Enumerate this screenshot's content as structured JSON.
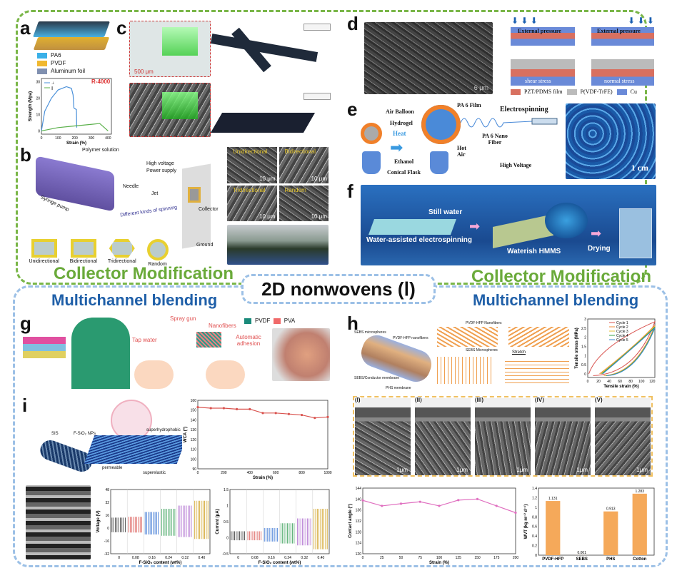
{
  "center_title": "2D nonwovens (Ⅰ)",
  "top": {
    "title_left": "Collector Modification",
    "title_right": "Collector Modification"
  },
  "bottom": {
    "title_left": "Multichannel blending",
    "title_right": "Multichannel blending"
  },
  "panels": {
    "a": {
      "label": "a",
      "legend": [
        "PA6",
        "PVDF",
        "Aluminum foil"
      ],
      "chart_tag": "R-4000",
      "xlabel": "Strain (%)",
      "ylabel": "Strength (Mpa)"
    },
    "b": {
      "label": "b",
      "texts": [
        "Polymer solution",
        "High voltage",
        "Power supply",
        "Needle",
        "Jet",
        "Syringe pump",
        "Different kinds of spinning",
        "Collector",
        "Ground"
      ],
      "collectors": [
        "Unidirectional",
        "Bidirectional",
        "Tridirectional",
        "Random"
      ],
      "sem": [
        "Unidirectional",
        "Bidirectional",
        "Tridirectional",
        "Random"
      ],
      "scale": "10 μm"
    },
    "c": {
      "label": "c",
      "scale": "500 μm"
    },
    "d": {
      "label": "d",
      "scale": "6 μm",
      "diagram": [
        "External pressure",
        "External pressure",
        "shear stress",
        "normal stress"
      ],
      "legend": [
        "PZT/PDMS film",
        "P(VDF-TrFE)",
        "Cu"
      ]
    },
    "e": {
      "label": "e",
      "texts": [
        "Air Balloon",
        "Hydrogel",
        "Heat",
        "Ethanol",
        "Conical Flask",
        "PA 6 Film",
        "Hot Air",
        "PA 6 Nano Fiber",
        "Electrospinning",
        "High Voltage"
      ],
      "scale": "1 cm"
    },
    "f": {
      "label": "f",
      "texts": [
        "Still water",
        "Water-assisted electrospinning",
        "Waterish HMMS",
        "Drying"
      ]
    },
    "g": {
      "label": "g",
      "texts": [
        "Tap water",
        "Spray gun",
        "Nanofibers",
        "Automatic adhesion"
      ],
      "legend": [
        "PVDF",
        "PVA"
      ]
    },
    "h": {
      "label": "h",
      "texts": [
        "SEBS microspheres",
        "PVDF-HFP nanofibers",
        "SEBS/Conductor membrane",
        "PHS membrane",
        "PVDF-HFP Nanofibers",
        "SEBS Microspheres",
        "Stretch"
      ],
      "stages": [
        "(I)",
        "(II)",
        "(III)",
        "(IV)",
        "(V)"
      ],
      "scale": "1μm"
    },
    "i": {
      "label": "i",
      "texts": [
        "SIS",
        "F-SiO₂ NPs",
        "superhydrophobic",
        "permeable",
        "superelastic"
      ]
    }
  },
  "colors": {
    "green": "#6aaa3a",
    "blue": "#1f5fa8",
    "pvdf": "#1a8a7a",
    "pva": "#f06a6a"
  },
  "chart_data": [
    {
      "type": "line",
      "id": "wca",
      "xlabel": "Strain (%)",
      "ylabel": "WCA (°)",
      "xlim": [
        0,
        1000
      ],
      "ylim": [
        90,
        160
      ],
      "xticks": [
        0,
        200,
        400,
        600,
        800,
        1000
      ],
      "yticks": [
        90,
        100,
        110,
        120,
        130,
        140,
        150,
        160
      ],
      "x": [
        0,
        100,
        200,
        300,
        400,
        500,
        600,
        700,
        800,
        900,
        1000
      ],
      "y": [
        153,
        152,
        152,
        151,
        151,
        147,
        147,
        146,
        145,
        142,
        143
      ],
      "color": "#d9534f"
    },
    {
      "type": "line",
      "id": "contact",
      "xlabel": "Strain (%)",
      "ylabel": "Contact angle (°)",
      "xlim": [
        0,
        200
      ],
      "ylim": [
        120,
        144
      ],
      "xticks": [
        0,
        25,
        50,
        75,
        100,
        125,
        150,
        175,
        200
      ],
      "yticks": [
        120,
        124,
        128,
        132,
        136,
        140,
        144
      ],
      "x": [
        0,
        25,
        50,
        75,
        100,
        125,
        150,
        175,
        200
      ],
      "y": [
        139.5,
        137.5,
        138.3,
        139,
        137.5,
        139.6,
        140,
        137.5,
        135
      ],
      "color": "#e070c0"
    },
    {
      "type": "bar",
      "id": "wvt",
      "ylabel": "WVT (kg m⁻² d⁻¹)",
      "categories": [
        "PVDF-HFP",
        "SEBS",
        "PHS",
        "Cotton"
      ],
      "values": [
        1.131,
        0.001,
        0.913,
        1.283
      ],
      "labels": [
        "1.131",
        "0.001",
        "0.913",
        "1.283"
      ],
      "ylim": [
        0,
        1.4
      ],
      "yticks": [
        0,
        0.2,
        0.4,
        0.6,
        0.8,
        1.0,
        1.2,
        1.4
      ],
      "color": "#f5a95a"
    },
    {
      "type": "line",
      "id": "tensile",
      "xlabel": "Tensile strain (%)",
      "ylabel": "Tensile stress (MPa)",
      "xlim": [
        0,
        125
      ],
      "ylim": [
        -0.2,
        3.0
      ],
      "xticks": [
        0,
        20,
        40,
        60,
        80,
        100,
        120
      ],
      "yticks": [
        0,
        0.5,
        1.0,
        1.5,
        2.0,
        2.5,
        3.0
      ],
      "legend": [
        "Cycle 1",
        "Cycle 2",
        "Cycle 3",
        "Cycle 4",
        "Cycle 5"
      ],
      "colors": [
        "#d9534f",
        "#f08a3a",
        "#e8c23a",
        "#3aa04a",
        "#3a8ad0"
      ]
    },
    {
      "type": "line",
      "id": "strength",
      "xlabel": "Strain (%)",
      "ylabel": "Strength (Mpa)",
      "xlim": [
        0,
        420
      ],
      "ylim": [
        -2,
        32
      ],
      "xticks": [
        0,
        100,
        200,
        300,
        400
      ],
      "yticks": [
        0,
        10,
        20,
        30
      ],
      "legend": [
        "⊥",
        "∥"
      ],
      "series": [
        {
          "name": "⊥",
          "x": [
            0,
            20,
            60,
            100,
            150,
            180,
            190,
            195,
            210,
            212
          ],
          "y": [
            0,
            12,
            20,
            25,
            27,
            26,
            22,
            14,
            13,
            2
          ],
          "color": "#4a90d9"
        },
        {
          "name": "∥",
          "x": [
            0,
            100,
            200,
            300,
            350,
            400
          ],
          "y": [
            0,
            2,
            3,
            4,
            4.5,
            0
          ],
          "color": "#5ab04a"
        }
      ]
    },
    {
      "type": "bar",
      "id": "voltage",
      "xlabel": "F-SiO₂ content (wt%)",
      "ylabel": "Voltage (V)",
      "categories": [
        "0",
        "0.08",
        "0.16",
        "0.24",
        "0.32",
        "0.40"
      ],
      "values": [
        13,
        14,
        20,
        24,
        28,
        34
      ],
      "ylim": [
        -32,
        48
      ],
      "yticks": [
        -32,
        -16,
        0,
        16,
        32,
        48
      ],
      "colors": [
        "#333",
        "#d9534f",
        "#2a6ad0",
        "#3aa05a",
        "#b070d0",
        "#d0a020"
      ]
    },
    {
      "type": "bar",
      "id": "current",
      "xlabel": "F-SiO₂ content (wt%)",
      "ylabel": "Current (μA)",
      "categories": [
        "0",
        "0.08",
        "0.16",
        "0.24",
        "0.32",
        "0.40"
      ],
      "values": [
        0.2,
        0.2,
        0.3,
        0.45,
        0.6,
        0.9
      ],
      "ylim": [
        -0.5,
        1.5
      ],
      "yticks": [
        -0.5,
        0,
        0.5,
        1.0,
        1.5
      ],
      "colors": [
        "#333",
        "#d9534f",
        "#2a6ad0",
        "#3aa05a",
        "#b070d0",
        "#d0a020"
      ]
    }
  ]
}
